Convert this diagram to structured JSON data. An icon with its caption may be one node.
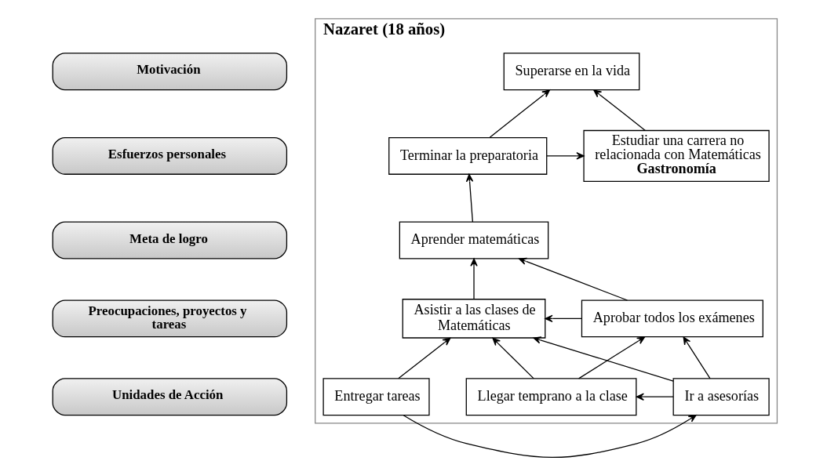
{
  "diagram": {
    "nodes": [
      {
        "text": [
          "Nazaret (18 años)"
        ]
      },
      {
        "text": [
          "Superarse en la vida"
        ],
        "in": 0
      },
      {
        "text": [
          "Estudiar una carrera no relacionada con Matemáticas",
          "Gastronomía"
        ],
        "in": 0
      },
      {
        "text": [
          "Terminar la preparatoria"
        ],
        "in": 0
      },
      {
        "text": [
          "Aprender matemáticas"
        ],
        "in": 0
      },
      {
        "text": [
          "Asistir a las clases de Matemáticas"
        ],
        "in": 0
      },
      {
        "text": [
          "Aprobar todos los exámenes"
        ],
        "in": 0
      },
      {
        "text": [
          "Llegar temprano a la clase"
        ],
        "in": 0
      },
      {
        "text": [
          "Ir a asesorías"
        ],
        "in": 0
      },
      {
        "text": [
          "Entregar tareas"
        ],
        "in": 0
      },
      {
        "text": [
          "Motivación"
        ]
      },
      {
        "text": [
          "Esfuerzos personales"
        ]
      },
      {
        "text": [
          "Meta de logro"
        ]
      },
      {
        "text": [
          "Preocupaciones, proyectos y tareas"
        ]
      },
      {
        "text": [
          "Unidades de Acción"
        ]
      }
    ],
    "edges": [
      {
        "from": 2,
        "to": 1,
        "arrow": "to"
      },
      {
        "from": 3,
        "to": 1,
        "arrow": "to"
      },
      {
        "from": 3,
        "to": 2,
        "arrow": "to"
      },
      {
        "from": 4,
        "to": 3,
        "arrow": "to"
      },
      {
        "from": 5,
        "to": 4,
        "arrow": "to"
      },
      {
        "from": 6,
        "to": 4,
        "arrow": "to"
      },
      {
        "from": 6,
        "to": 5,
        "arrow": "to"
      },
      {
        "from": 7,
        "to": 5,
        "arrow": "to"
      },
      {
        "from": 7,
        "to": 6,
        "arrow": "to"
      },
      {
        "from": 8,
        "to": 5,
        "arrow": "to"
      },
      {
        "from": 8,
        "to": 6,
        "arrow": "to"
      },
      {
        "from": 9,
        "to": 5,
        "arrow": "to"
      },
      {
        "from": 8,
        "to": 7,
        "arrow": "to"
      },
      {
        "from": 9,
        "to": 8,
        "arrow": "to"
      }
    ]
  }
}
